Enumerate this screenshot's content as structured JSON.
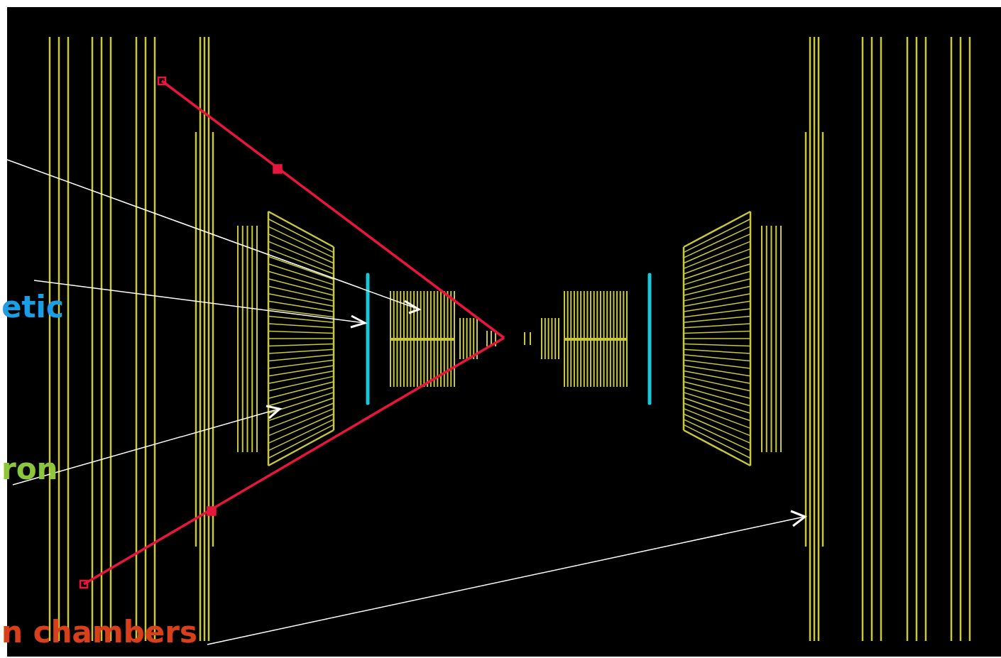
{
  "diagram": {
    "labels": [
      "etic",
      "ron",
      "n chambers"
    ]
  }
}
